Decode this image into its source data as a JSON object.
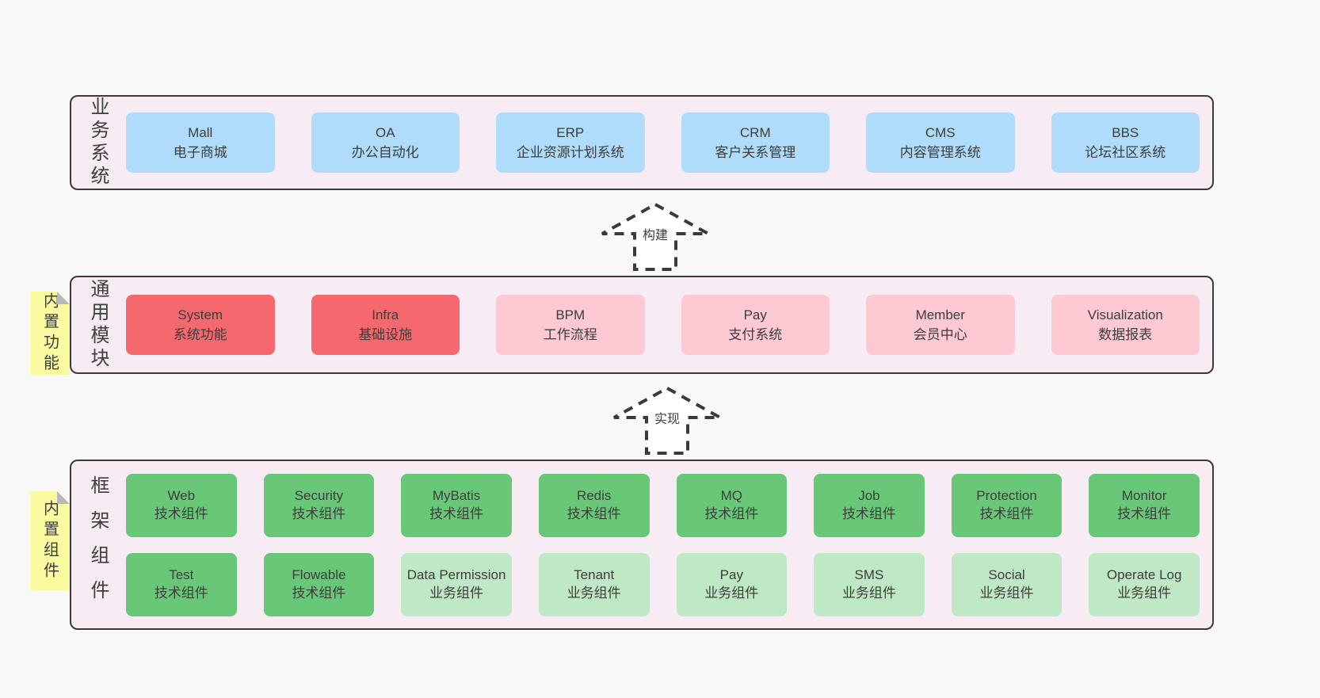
{
  "colors": {
    "page_bg": "#f8f8f8",
    "band_bg": "#f8ecf4",
    "band_border": "#3a3a3a",
    "blue_box": "#aedcfa",
    "red_box": "#f5696e",
    "pink_box": "#ffc9d3",
    "green_dark_box": "#68c878",
    "green_light_box": "#bfe9c5",
    "sticky_yellow": "#fafaa0",
    "text": "#3c3c3c"
  },
  "arrows": [
    {
      "label": "构建"
    },
    {
      "label": "实现"
    }
  ],
  "bands": [
    {
      "label": "业务系统",
      "boxes": [
        {
          "title": "Mall",
          "subtitle": "电子商城"
        },
        {
          "title": "OA",
          "subtitle": "办公自动化"
        },
        {
          "title": "ERP",
          "subtitle": "企业资源计划系统"
        },
        {
          "title": "CRM",
          "subtitle": "客户关系管理"
        },
        {
          "title": "CMS",
          "subtitle": "内容管理系统"
        },
        {
          "title": "BBS",
          "subtitle": "论坛社区系统"
        }
      ]
    },
    {
      "label": "通用模块",
      "sticky": "内置功能",
      "boxes": [
        {
          "title": "System",
          "subtitle": "系统功能"
        },
        {
          "title": "Infra",
          "subtitle": "基础设施"
        },
        {
          "title": "BPM",
          "subtitle": "工作流程"
        },
        {
          "title": "Pay",
          "subtitle": "支付系统"
        },
        {
          "title": "Member",
          "subtitle": "会员中心"
        },
        {
          "title": "Visualization",
          "subtitle": "数据报表"
        }
      ]
    },
    {
      "label": "框架组件",
      "sticky": "内置组件",
      "rows": [
        [
          {
            "title": "Web",
            "subtitle": "技术组件"
          },
          {
            "title": "Security",
            "subtitle": "技术组件"
          },
          {
            "title": "MyBatis",
            "subtitle": "技术组件"
          },
          {
            "title": "Redis",
            "subtitle": "技术组件"
          },
          {
            "title": "MQ",
            "subtitle": "技术组件"
          },
          {
            "title": "Job",
            "subtitle": "技术组件"
          },
          {
            "title": "Protection",
            "subtitle": "技术组件"
          },
          {
            "title": "Monitor",
            "subtitle": "技术组件"
          }
        ],
        [
          {
            "title": "Test",
            "subtitle": "技术组件"
          },
          {
            "title": "Flowable",
            "subtitle": "技术组件"
          },
          {
            "title": "Data Permission",
            "subtitle": "业务组件"
          },
          {
            "title": "Tenant",
            "subtitle": "业务组件"
          },
          {
            "title": "Pay",
            "subtitle": "业务组件"
          },
          {
            "title": "SMS",
            "subtitle": "业务组件"
          },
          {
            "title": "Social",
            "subtitle": "业务组件"
          },
          {
            "title": "Operate Log",
            "subtitle": "业务组件"
          }
        ]
      ]
    }
  ]
}
